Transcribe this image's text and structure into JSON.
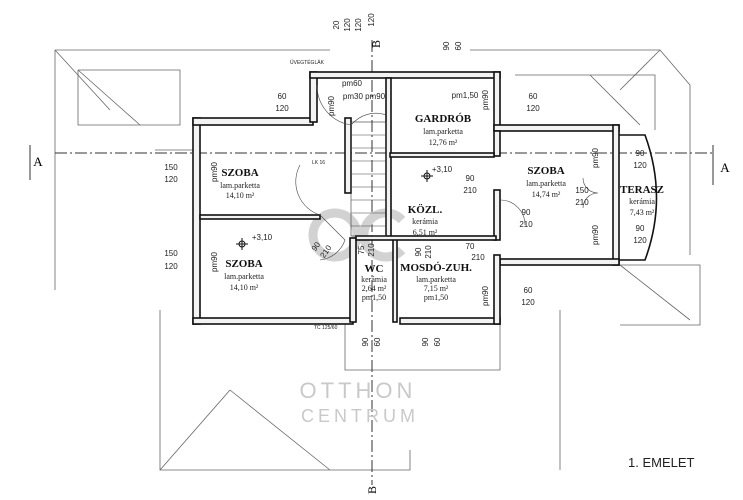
{
  "sheet_title": "1. EMELET",
  "section_marks": {
    "a_left": "A",
    "a_right": "A",
    "b_top": "B",
    "b_bottom": "B"
  },
  "watermark": {
    "logo": "OC",
    "line1": "OTTHON",
    "line2": "CENTRUM"
  },
  "notes": {
    "glass_blocks": "ÜVEGTÉGLÁK",
    "lk": "LK 16",
    "tc": "TC 125/60"
  },
  "rooms": [
    {
      "name": "GARDRÓB",
      "floor": "lam.parketta",
      "area": "12,76 m²"
    },
    {
      "name": "SZOBA",
      "floor": "lam.parketta",
      "area": "14,10 m²"
    },
    {
      "name": "SZOBA",
      "floor": "lam.parketta",
      "area": "14,74 m²"
    },
    {
      "name": "TERASZ",
      "floor": "kerámia",
      "area": "7,43 m²"
    },
    {
      "name": "KÖZL.",
      "floor": "kerámia",
      "area": "6,51 m²"
    },
    {
      "name": "SZOBA",
      "floor": "lam.parketta",
      "area": "14,10 m²"
    },
    {
      "name": "WC",
      "floor": "kerámia",
      "area": "2,64 m²",
      "sill": "pm1,50"
    },
    {
      "name": "MOSDÓ-ZUH.",
      "floor": "lam.parketta",
      "area": "7,15 m²",
      "sill": "pm1,50"
    }
  ],
  "levels": [
    "+3,10",
    "+3,10"
  ],
  "dims": {
    "top": [
      "20",
      "120",
      "120",
      "120",
      "90",
      "60"
    ],
    "bottom": [
      "90",
      "60",
      "90",
      "60"
    ],
    "openings": [
      [
        "60",
        "120"
      ],
      [
        "60",
        "120"
      ],
      [
        "150",
        "120"
      ],
      [
        "90",
        "210"
      ],
      [
        "90",
        "120"
      ],
      [
        "150",
        "210"
      ],
      [
        "90",
        "120"
      ],
      [
        "90",
        "210"
      ],
      [
        "70",
        "210"
      ],
      [
        "150",
        "120"
      ],
      [
        "60",
        "120"
      ],
      [
        "90",
        "210"
      ],
      [
        "75",
        "210"
      ],
      [
        "90",
        "210"
      ]
    ],
    "sills": [
      "pm60",
      "pm30 pm90",
      "pm1,50",
      "pm90",
      "pm90",
      "pm90",
      "pm90",
      "pm90",
      "pm90",
      "pm90"
    ]
  }
}
